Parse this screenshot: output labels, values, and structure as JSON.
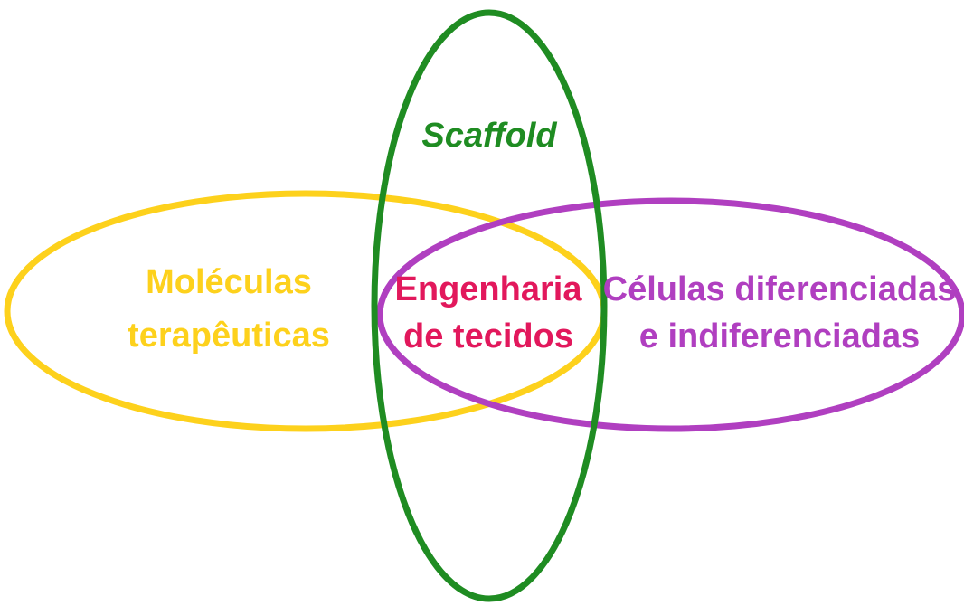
{
  "diagram": {
    "type": "venn",
    "sets": [
      {
        "id": "scaffold",
        "label": "Scaffold",
        "italic": true,
        "color": "#1f8c22"
      },
      {
        "id": "moleculas",
        "label_lines": [
          "Moléculas",
          "terapêuticas"
        ],
        "color": "#fdd11c"
      },
      {
        "id": "celulas",
        "label_lines": [
          "Células diferenciadas",
          "e indiferenciadas"
        ],
        "color": "#b03fc0"
      }
    ],
    "intersection": {
      "label_lines": [
        "Engenharia",
        "de tecidos"
      ],
      "color": "#e2185c"
    }
  }
}
